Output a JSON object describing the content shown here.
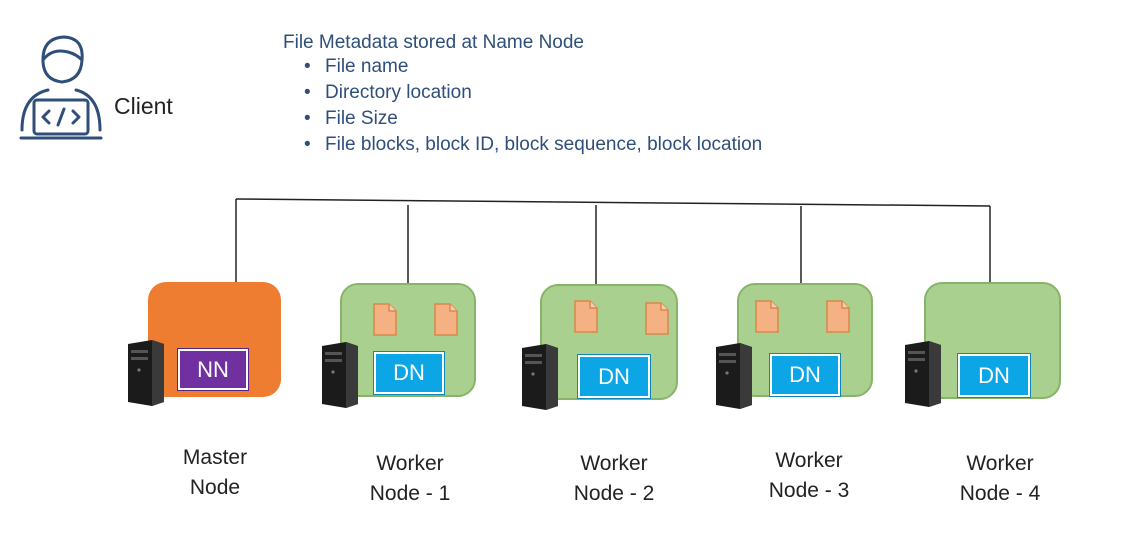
{
  "client": {
    "label": "Client",
    "icon": "developer-laptop-icon"
  },
  "metadata": {
    "title": "File Metadata stored at Name Node",
    "items": [
      "File name",
      "Directory location",
      "File Size",
      "File blocks, block ID, block sequence, block location"
    ]
  },
  "nodes": [
    {
      "role": "NN",
      "caption_line1": "Master",
      "caption_line2": "Node"
    },
    {
      "role": "DN",
      "caption_line1": "Worker",
      "caption_line2": "Node - 1"
    },
    {
      "role": "DN",
      "caption_line1": "Worker",
      "caption_line2": "Node - 2"
    },
    {
      "role": "DN",
      "caption_line1": "Worker",
      "caption_line2": "Node - 3"
    },
    {
      "role": "DN",
      "caption_line1": "Worker",
      "caption_line2": "Node - 4"
    }
  ],
  "colors": {
    "master_box": "#ee7d31",
    "worker_box": "#a9d08e",
    "name_node": "#7030a0",
    "data_node": "#0ca6e6",
    "file_block": "#f4b183",
    "text_blue": "#2f4f7a"
  }
}
